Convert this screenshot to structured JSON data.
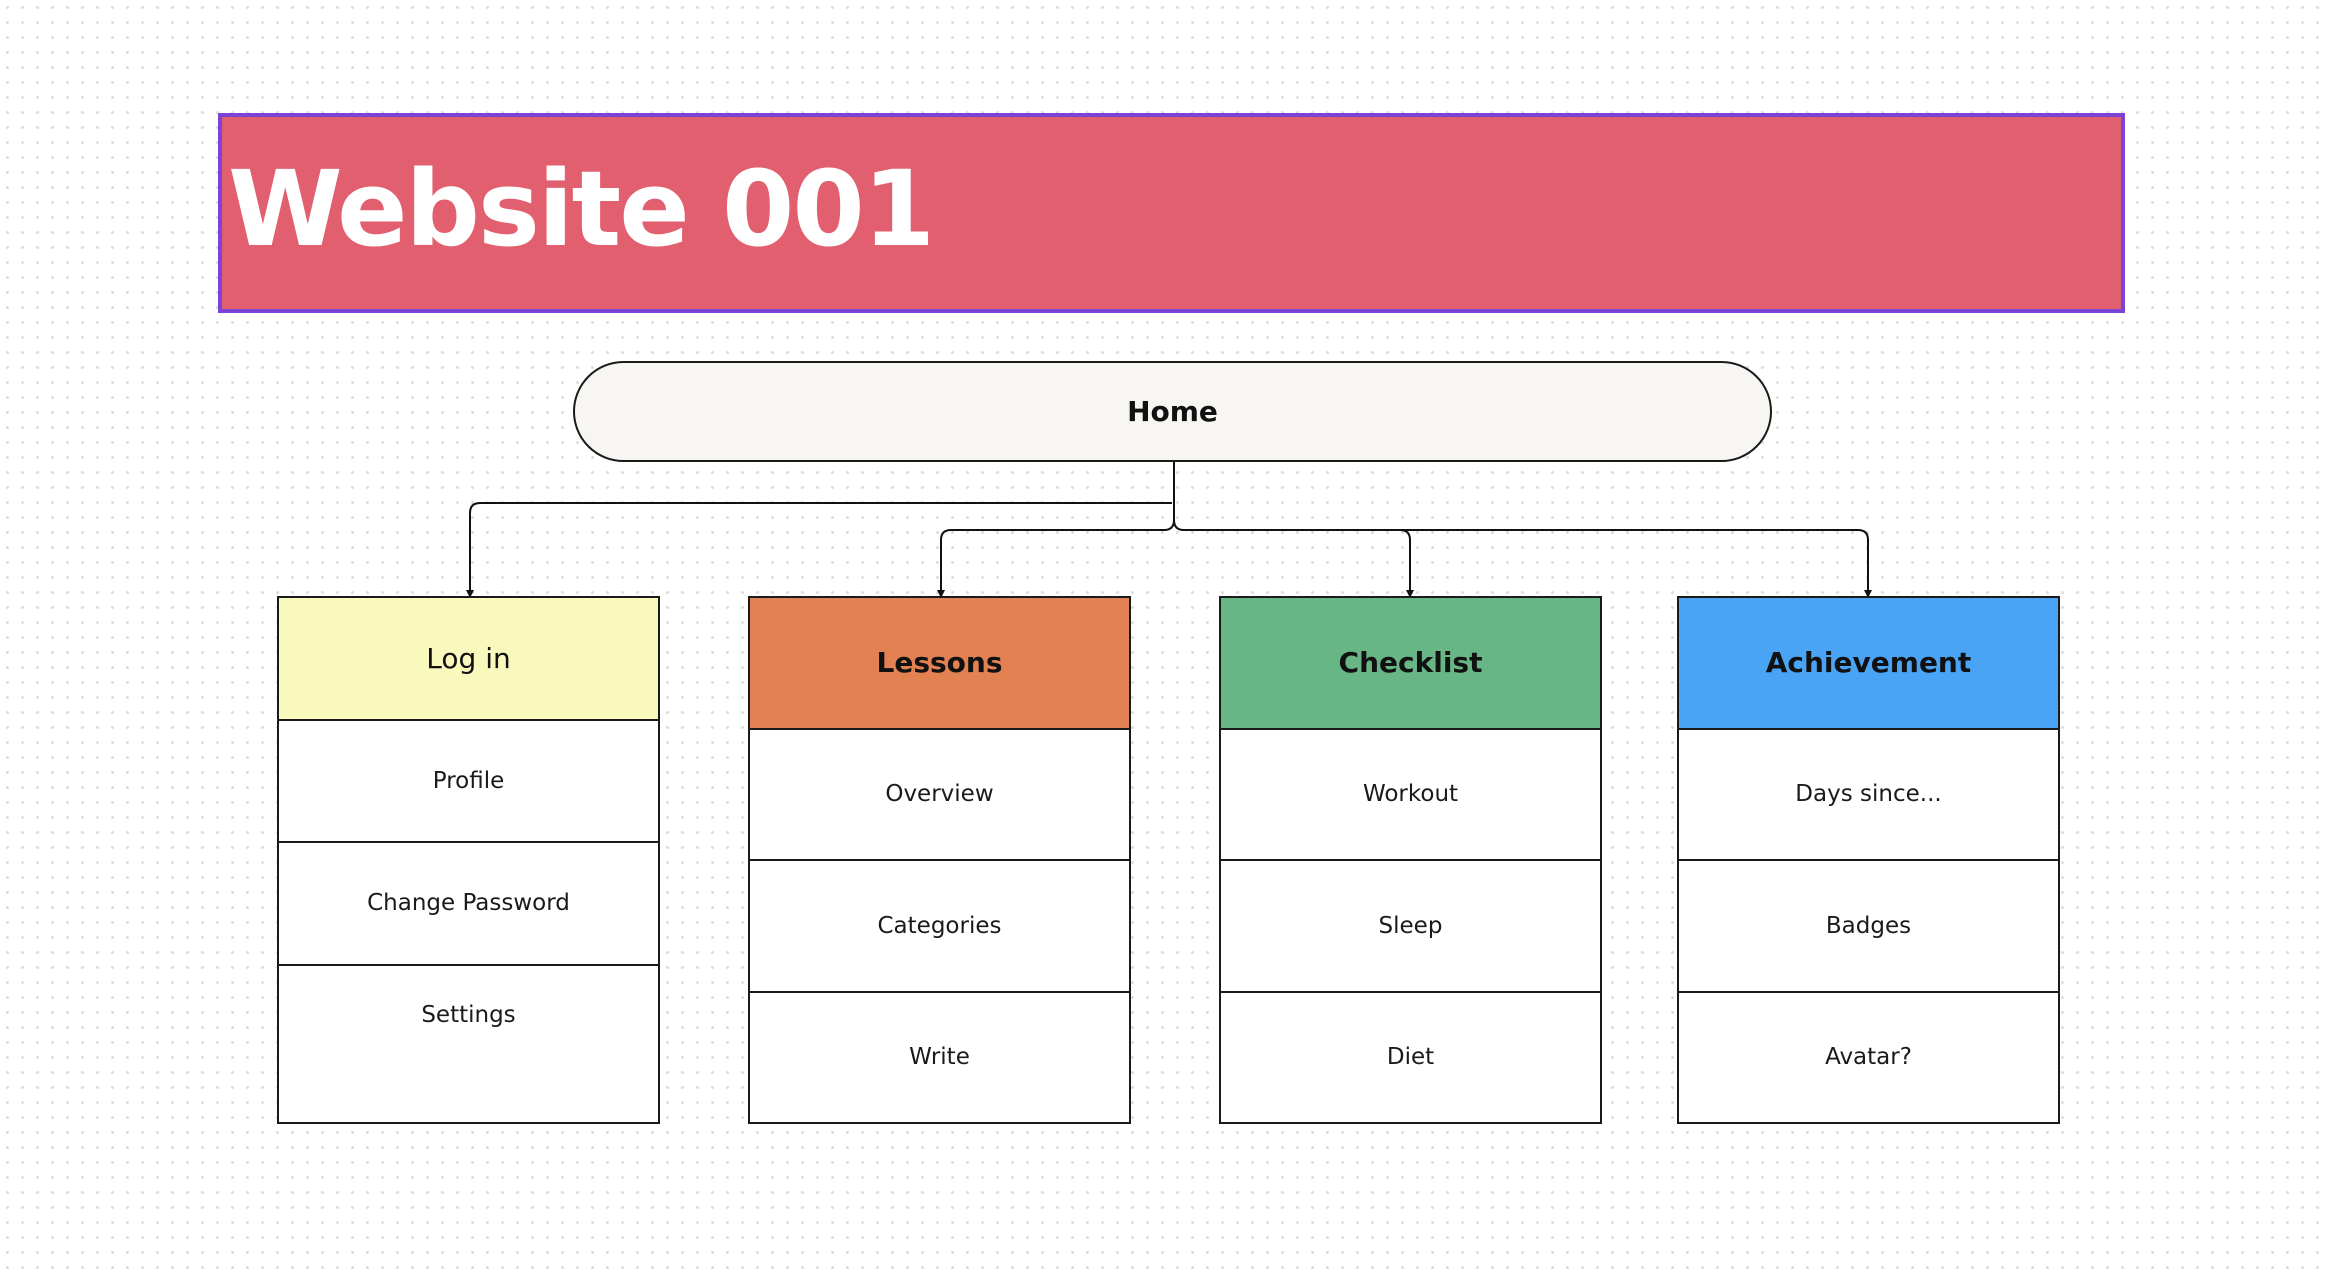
{
  "title": "Website 001",
  "home": {
    "label": "Home"
  },
  "colors": {
    "banner_fill": "#e15f6e",
    "banner_border": "#7b44d6",
    "home_fill": "#f7f6f2",
    "login_header": "#f9f8bd",
    "lessons_header": "#e28253",
    "checklist_header": "#68b686",
    "achievement_header": "#4aa4f5"
  },
  "columns": [
    {
      "header": "Log in",
      "header_color": "#f9f8bd",
      "items": [
        "Profile",
        "Change Password",
        "Settings"
      ]
    },
    {
      "header": "Lessons",
      "header_color": "#e28253",
      "items": [
        "Overview",
        "Categories",
        "Write"
      ]
    },
    {
      "header": "Checklist",
      "header_color": "#68b686",
      "items": [
        "Workout",
        "Sleep",
        "Diet"
      ]
    },
    {
      "header": "Achievement",
      "header_color": "#4aa4f5",
      "items": [
        "Days since...",
        "Badges",
        "Avatar?"
      ]
    }
  ]
}
